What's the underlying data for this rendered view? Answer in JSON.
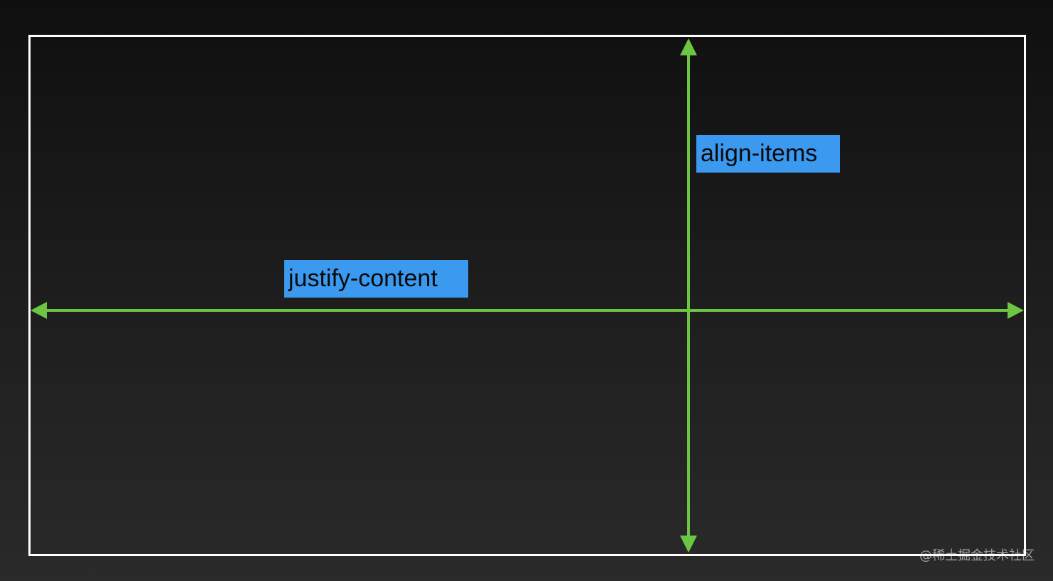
{
  "labels": {
    "main_axis": "justify-content",
    "cross_axis": "align-items"
  },
  "watermark": "@稀土掘金技术社区",
  "colors": {
    "arrow": "#6cc644",
    "label_bg": "#3b99f0",
    "frame": "#ffffff"
  },
  "icons": {
    "horizontal_axis": "double-headed-arrow",
    "vertical_axis": "double-headed-arrow"
  }
}
